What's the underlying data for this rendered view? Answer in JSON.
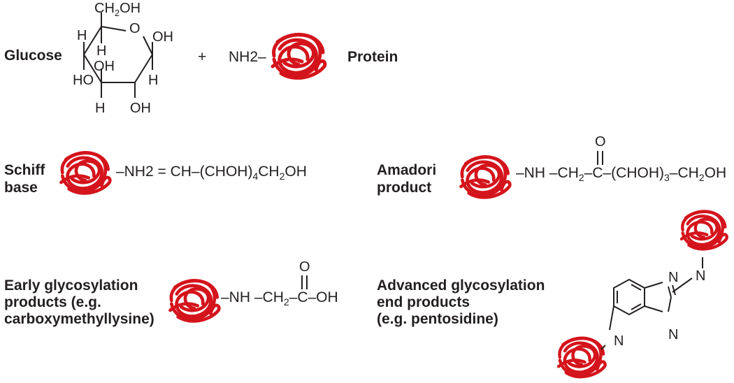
{
  "colors": {
    "ink": "#231f20",
    "protein": "#d4141c"
  },
  "icons": {
    "protein": "protein-coil-icon"
  },
  "glucose": {
    "label": "Glucose",
    "ring_oxygen": "O",
    "top_group": "CH2OH",
    "substituents": [
      "H",
      "H",
      "OH",
      "OH",
      "HO",
      "H",
      "H",
      "OH"
    ]
  },
  "plus": "+",
  "protein": {
    "amine": "NH2–",
    "label": "Protein"
  },
  "schiff": {
    "label_lines": [
      "Schiff",
      "base"
    ],
    "formula": [
      "–NH2 = CH–(CHOH)",
      "4",
      "CH",
      "2",
      "OH"
    ]
  },
  "amadori": {
    "label_lines": [
      "Amadori",
      "product"
    ],
    "carbonyl_o": "O",
    "formula": [
      "–NH –CH",
      "2",
      "–C–(CHOH)",
      "3",
      "–CH",
      "2",
      "OH"
    ]
  },
  "early": {
    "label_lines": [
      "Early glycosylation",
      "products (e.g.",
      "carboxymethyllysine)"
    ],
    "carbonyl_o": "O",
    "formula": [
      "–NH –CH",
      "2",
      "–C–OH"
    ]
  },
  "advanced": {
    "label_lines": [
      "Advanced glycosylation",
      "end products",
      "(e.g. pentosidine)"
    ],
    "ring_n": [
      "N",
      "N",
      "N",
      "N"
    ]
  }
}
